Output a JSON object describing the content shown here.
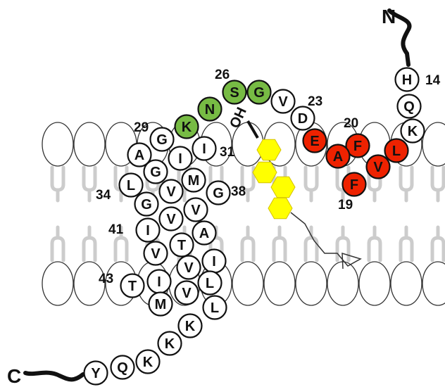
{
  "colors": {
    "default_fill": "#ffffff",
    "green": "#77bb44",
    "red": "#ee2200",
    "yellow": "#ffff00",
    "lipid": "#cccccc",
    "outline": "#111111"
  },
  "terminals": {
    "n": "N",
    "c": "C"
  },
  "hydroxyl_label": "OH",
  "residues": [
    {
      "letter": "H",
      "color": "default"
    },
    {
      "letter": "Q",
      "color": "default"
    },
    {
      "letter": "K",
      "color": "default"
    },
    {
      "letter": "L",
      "color": "red"
    },
    {
      "letter": "V",
      "color": "red"
    },
    {
      "letter": "F",
      "color": "red"
    },
    {
      "letter": "F",
      "color": "red"
    },
    {
      "letter": "A",
      "color": "red"
    },
    {
      "letter": "E",
      "color": "red"
    },
    {
      "letter": "D",
      "color": "default"
    },
    {
      "letter": "V",
      "color": "default"
    },
    {
      "letter": "G",
      "color": "green"
    },
    {
      "letter": "S",
      "color": "green"
    },
    {
      "letter": "N",
      "color": "green"
    },
    {
      "letter": "K",
      "color": "green"
    },
    {
      "letter": "G",
      "color": "default"
    },
    {
      "letter": "A",
      "color": "default"
    },
    {
      "letter": "I",
      "color": "default"
    },
    {
      "letter": "I",
      "color": "default"
    },
    {
      "letter": "G",
      "color": "default"
    },
    {
      "letter": "L",
      "color": "default"
    },
    {
      "letter": "M",
      "color": "default"
    },
    {
      "letter": "V",
      "color": "default"
    },
    {
      "letter": "G",
      "color": "default"
    },
    {
      "letter": "G",
      "color": "default"
    },
    {
      "letter": "V",
      "color": "default"
    },
    {
      "letter": "V",
      "color": "default"
    },
    {
      "letter": "I",
      "color": "default"
    },
    {
      "letter": "A",
      "color": "default"
    },
    {
      "letter": "T",
      "color": "default"
    },
    {
      "letter": "V",
      "color": "default"
    },
    {
      "letter": "I",
      "color": "default"
    },
    {
      "letter": "V",
      "color": "default"
    },
    {
      "letter": "I",
      "color": "default"
    },
    {
      "letter": "T",
      "color": "default"
    },
    {
      "letter": "M",
      "color": "default"
    },
    {
      "letter": "V",
      "color": "default"
    },
    {
      "letter": "L",
      "color": "default"
    },
    {
      "letter": "L",
      "color": "default"
    },
    {
      "letter": "K",
      "color": "default"
    },
    {
      "letter": "K",
      "color": "default"
    },
    {
      "letter": "K",
      "color": "default"
    },
    {
      "letter": "Q",
      "color": "default"
    },
    {
      "letter": "Y",
      "color": "default"
    }
  ],
  "position_labels": [
    {
      "text": "14"
    },
    {
      "text": "20"
    },
    {
      "text": "19"
    },
    {
      "text": "23"
    },
    {
      "text": "26"
    },
    {
      "text": "29"
    },
    {
      "text": "31"
    },
    {
      "text": "34"
    },
    {
      "text": "38"
    },
    {
      "text": "41"
    },
    {
      "text": "43"
    }
  ]
}
